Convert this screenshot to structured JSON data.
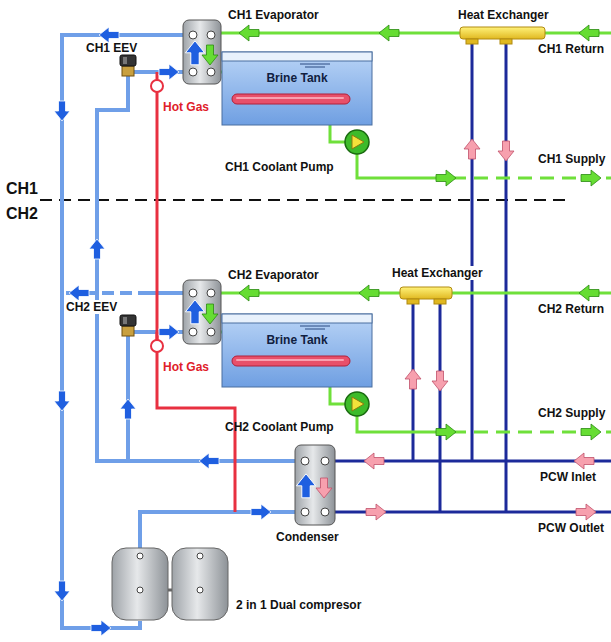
{
  "diagram": {
    "nodes": [
      {
        "text": [
          "Brine Tank"
        ]
      },
      {
        "text": [
          "Brine Tank"
        ]
      }
    ],
    "labels": [
      "Heat Exchanger",
      "CH1 Evaporator",
      "CH1 Return",
      "CH1 EEV",
      "Hot Gas",
      "CH1 Coolant Pump",
      "CH1 Supply",
      "CH1",
      "CH2",
      "Heat Exchanger",
      "CH2 Evaporator",
      "CH2 Return",
      "CH2 EEV",
      "Hot Gas",
      "CH2 Coolant Pump",
      "CH2 Supply",
      "PCW Inlet",
      "PCW Outlet",
      "Condenser",
      "2 in 1 Dual compresor"
    ]
  }
}
